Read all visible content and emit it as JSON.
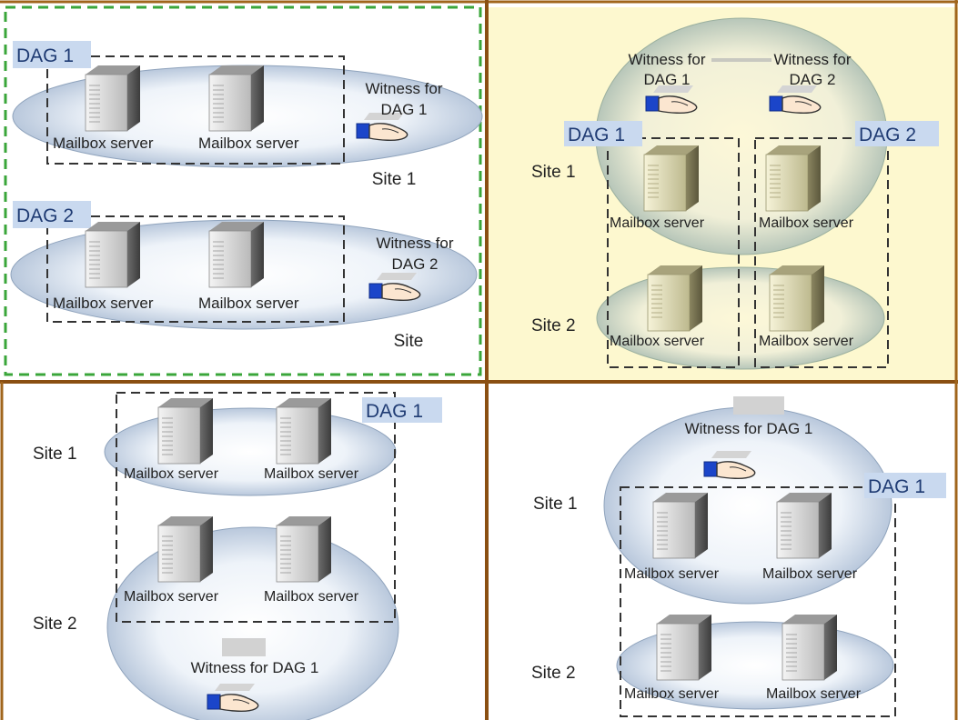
{
  "panels": {
    "top_left": {
      "dag1": "DAG 1",
      "dag2": "DAG 2",
      "mailbox1": "Mailbox server",
      "mailbox2": "Mailbox server",
      "mailbox3": "Mailbox server",
      "mailbox4": "Mailbox server",
      "witness1_line1": "Witness for",
      "witness1_line2": "DAG 1",
      "witness2_line1": "Witness for",
      "witness2_line2": "DAG 2",
      "site1": "Site 1",
      "site2": "Site"
    },
    "top_right": {
      "witness1_line1": "Witness for",
      "witness1_line2": "DAG 1",
      "witness2_line1": "Witness for",
      "witness2_line2": "DAG 2",
      "dag1": "DAG 1",
      "dag2": "DAG 2",
      "site1": "Site 1",
      "site2": "Site 2",
      "mailbox1": "Mailbox server",
      "mailbox2": "Mailbox server",
      "mailbox3": "Mailbox server",
      "mailbox4": "Mailbox server"
    },
    "bottom_left": {
      "dag1": "DAG 1",
      "site1": "Site 1",
      "site2": "Site 2",
      "mailbox1": "Mailbox server",
      "mailbox2": "Mailbox server",
      "mailbox3": "Mailbox server",
      "mailbox4": "Mailbox server",
      "witness": "Witness for DAG 1"
    },
    "bottom_right": {
      "witness": "Witness for DAG 1",
      "dag1": "DAG 1",
      "site1": "Site 1",
      "site2": "Site 2",
      "mailbox1": "Mailbox server",
      "mailbox2": "Mailbox server",
      "mailbox3": "Mailbox server",
      "mailbox4": "Mailbox server"
    }
  },
  "colors": {
    "panel_border": "#a0651c",
    "top_right_background": "#fdf8cf",
    "selection_border": "#3aa63a",
    "dag_label_background": "#c9d9ef",
    "site_ellipse": "#d9e3ef"
  }
}
